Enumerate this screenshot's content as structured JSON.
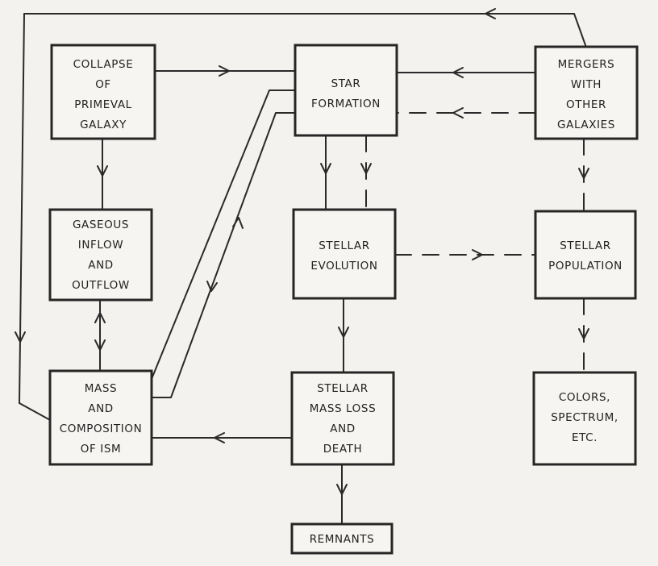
{
  "nodes": {
    "collapse": [
      "COLLAPSE",
      "OF",
      "PRIMEVAL",
      "GALAXY"
    ],
    "star_formation": [
      "STAR",
      "FORMATION"
    ],
    "mergers": [
      "MERGERS",
      "WITH",
      "OTHER",
      "GALAXIES"
    ],
    "gaseous": [
      "GASEOUS",
      "INFLOW",
      "AND",
      "OUTFLOW"
    ],
    "stellar_evolution": [
      "STELLAR",
      "EVOLUTION"
    ],
    "stellar_population": [
      "STELLAR",
      "POPULATION"
    ],
    "ism": [
      "MASS",
      "AND",
      "COMPOSITION",
      "OF ISM"
    ],
    "mass_loss": [
      "STELLAR",
      "MASS LOSS",
      "AND",
      "DEATH"
    ],
    "colors": [
      "COLORS,",
      "SPECTRUM,",
      "ETC."
    ],
    "remnants": [
      "REMNANTS"
    ]
  },
  "colors": {
    "ink": "#262626",
    "paper": "#f3f2ef"
  }
}
